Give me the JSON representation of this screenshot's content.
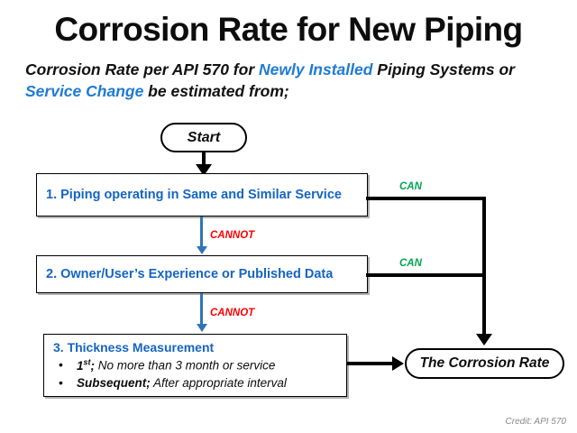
{
  "header": {
    "title": "Corrosion Rate for New Piping",
    "subtitle_part1": "Corrosion Rate per API 570 for ",
    "subtitle_highlight1": "Newly Installed",
    "subtitle_part2": " Piping Systems or ",
    "subtitle_highlight2": "Service Change",
    "subtitle_part3": " be estimated from;"
  },
  "flow": {
    "start_label": "Start",
    "result_label": "The Corrosion Rate",
    "box1_label": "1. Piping operating in Same and Similar Service",
    "box2_label": "2. Owner/User’s Experience or Published Data",
    "box3_label": "3. Thickness Measurement",
    "box3_bullet1_bold": "1",
    "box3_bullet1_sup": "st",
    "box3_bullet1_semi": ";",
    "box3_bullet1_rest": " No more than 3 month or service",
    "box3_bullet2_bold": "Subsequent;",
    "box3_bullet2_rest": " After appropriate interval",
    "edge_cannot_1": "CANNOT",
    "edge_cannot_2": "CANNOT",
    "edge_can_1": "CAN",
    "edge_can_2": "CAN"
  },
  "footer": {
    "credit": "Credit: API 570"
  },
  "colors": {
    "node_text_blue": "#1565c0",
    "highlight_blue": "#1f7ad4",
    "cannot_red": "#ff0000",
    "can_green": "#00a651",
    "arrow_blue": "#2e75b6",
    "line_black": "#000000"
  }
}
